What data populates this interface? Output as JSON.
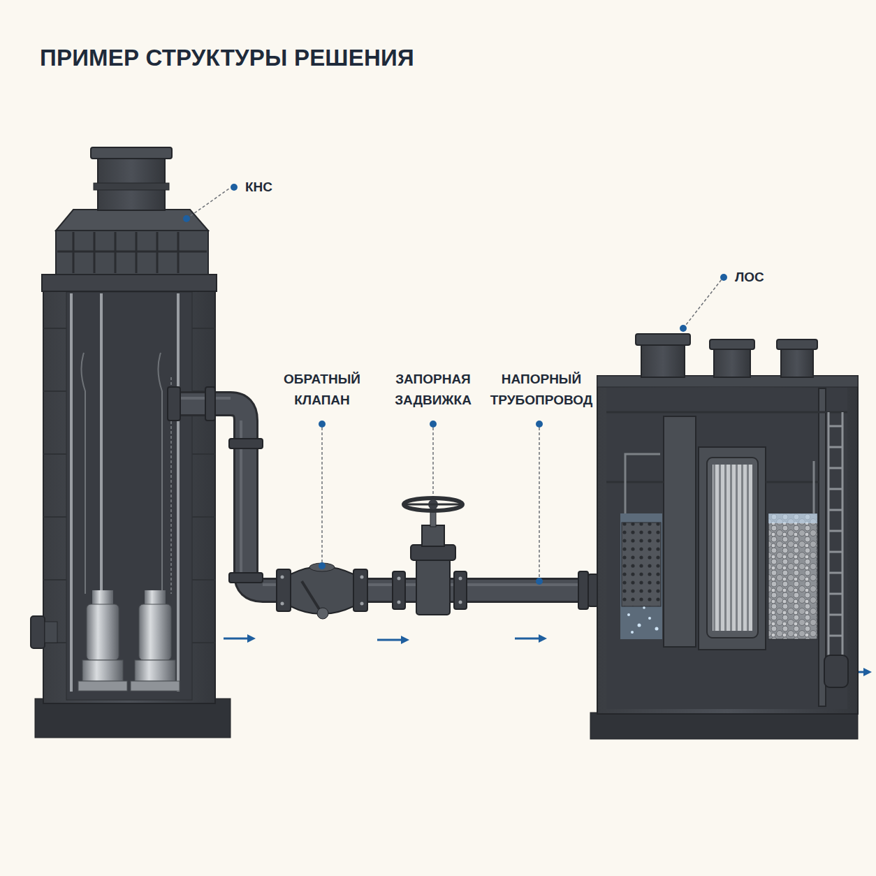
{
  "diagram": {
    "title": "ПРИМЕР СТРУКТУРЫ РЕШЕНИЯ",
    "labels": [
      "КНС",
      "ЛОС",
      "ОБРАТНЫЙ КЛАПАН",
      "ЗАПОРНАЯ ЗАДВИЖКА",
      "НАПОРНЫЙ ТРУБОПРОВОД"
    ]
  }
}
